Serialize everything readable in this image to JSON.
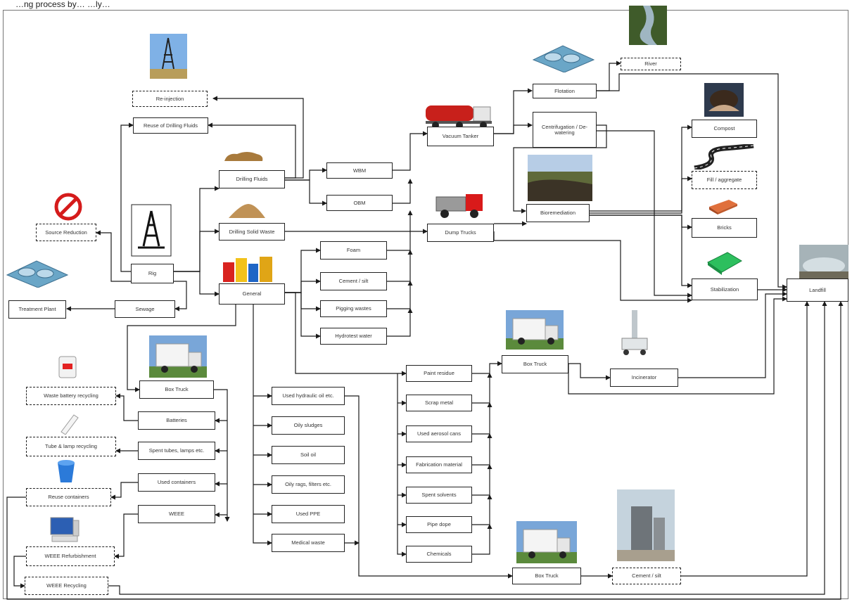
{
  "caption": "…ng process by…  …ly…",
  "nodes": {
    "river": "River",
    "flotation": "Flotation",
    "centrifugation": "Centrifugation / De-watering",
    "injection": "Re-injection",
    "reuse_drilling_fluids": "Reuse of Drilling Fluids",
    "vacuum_tanker": "Vacuum Tanker",
    "compost": "Compost",
    "drilling_fluids": "Drilling Fluids",
    "wbm": "WBM",
    "obm": "OBM",
    "fill_aggregate": "Fill / aggregate",
    "bioremediation": "Bioremediation",
    "source_reduction": "Source Reduction",
    "drilling_solid_waste": "Drilling Solid Waste",
    "dump_trucks": "Dump Trucks",
    "bricks": "Bricks",
    "rig": "Rig",
    "foam": "Foam",
    "landfill": "Landfill",
    "cement_slurry": "Cement / silt",
    "stabilization": "Stabilization",
    "general": "General",
    "treatment_plant": "Treatment Plant",
    "sewage": "Sewage",
    "pigging_wastes": "Pigging wastes",
    "hydrotest_water": "Hydrotest water",
    "paint_residue": "Paint residue",
    "box_truck_top": "Box Truck",
    "incinerator": "Incinerator",
    "box_truck_left": "Box Truck",
    "used_hydraulic_oil": "Used hydraulic oil etc.",
    "waste_battery_recycling": "Waste battery recycling",
    "batteries": "Batteries",
    "oily_sludges": "Oily sludges",
    "scrap_metal": "Scrap metal",
    "tube_lamp_recycling": "Tube & lamp recycling",
    "spent_tubes_lamps": "Spent tubes, lamps etc.",
    "soil_oil": "Soil oil",
    "used_aerosol_cans": "Used aerosol cans",
    "oily_rags_filters": "Oily rags, filters etc.",
    "used_containers": "Used containers",
    "fabrication_material": "Fabrication material",
    "reuse_containers": "Reuse containers",
    "weee": "WEEE",
    "used_ppe": "Used PPE",
    "spent_solvents": "Spent solvents",
    "pipe_dope": "Pipe dope",
    "weee_refurbishment": "WEEE Refurbishment",
    "medical_waste": "Medical waste",
    "chemicals": "Chemicals",
    "box_truck_bottom": "Box Truck",
    "weee_recycling": "WEEE Recycling"
  },
  "icons": [
    "drilling-rig-photo",
    "river-photo",
    "treatment-tank-icon",
    "vacuum-tanker-truck-icon",
    "compost-photo",
    "mud-pile-icon",
    "road-icon",
    "bioremediation-photo",
    "sand-pile-icon",
    "dump-truck-icon",
    "brick-icon",
    "no-entry-icon",
    "rig-derrick-icon",
    "chemical-containers-icon",
    "stabilization-blocks-icon",
    "landfill-photo",
    "box-truck-photo",
    "incinerator-icon",
    "battery-icon",
    "tube-lamp-icon",
    "bucket-icon",
    "computer-icon",
    "cement-plant-photo"
  ],
  "colors": {
    "line": "#1a1a1a",
    "box_border": "#222222",
    "text": "#333333"
  }
}
